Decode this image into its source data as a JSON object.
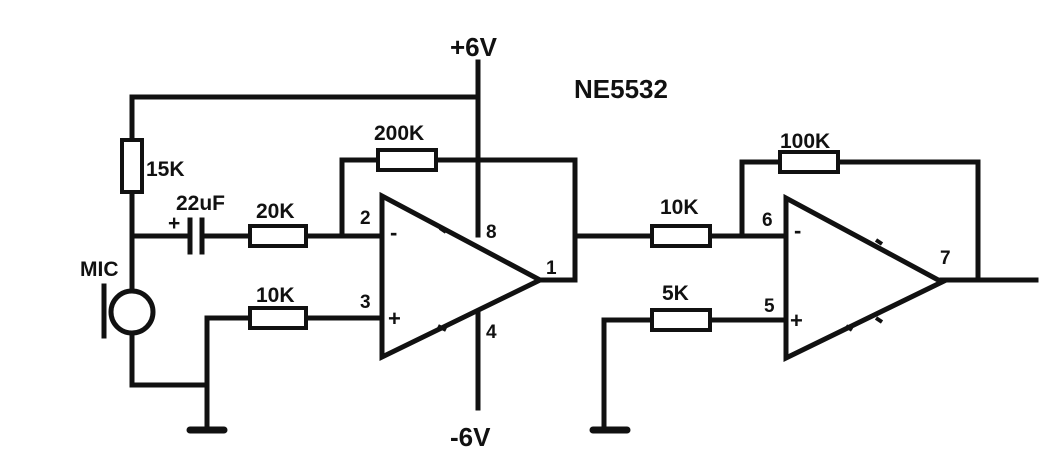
{
  "title": "NE5532",
  "supply": {
    "positive": "+6V",
    "negative": "-6V"
  },
  "components": {
    "r_bias": "15K",
    "capacitor": "22uF",
    "capacitor_polarity": "+",
    "r_input": "20K",
    "r_feedback1": "200K",
    "r_noninv1": "10K",
    "r_interstage": "10K",
    "r_feedback2": "100K",
    "r_noninv2": "5K",
    "mic": "MIC"
  },
  "opamp1": {
    "pin_inv": "2",
    "pin_noninv": "3",
    "pin_out": "1",
    "pin_vpos": "8",
    "pin_vneg": "4",
    "minus": "-",
    "plus": "+"
  },
  "opamp2": {
    "pin_inv": "6",
    "pin_noninv": "5",
    "pin_out": "7",
    "minus": "-",
    "plus": "+"
  }
}
